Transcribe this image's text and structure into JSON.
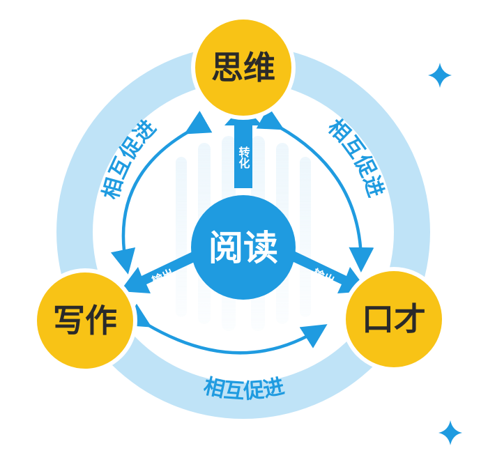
{
  "center": {
    "label": "阅读"
  },
  "nodes": {
    "top": {
      "label": "思维"
    },
    "left": {
      "label": "写作"
    },
    "right": {
      "label": "口才"
    }
  },
  "arrows": {
    "to_top": "转化",
    "to_left": "输出",
    "to_right": "输出"
  },
  "ring_labels": {
    "upper_left": "相互促进",
    "upper_right": "相互促进",
    "bottom": "相互促进"
  },
  "colors": {
    "ring": "#bfe3f7",
    "inner_disc": "#ffffff",
    "accent_blue": "#1f9be0",
    "node_yellow": "#f8c316",
    "node_stroke": "#ffffff",
    "sparkle": "#1f9be0"
  },
  "icons": [
    "sparkle-icon",
    "sparkle-icon"
  ]
}
